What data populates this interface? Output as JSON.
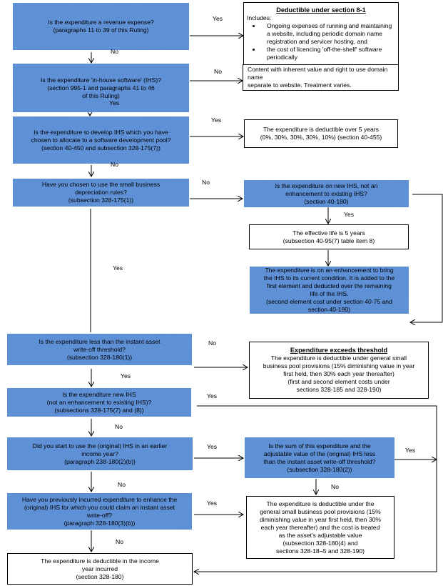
{
  "colors": {
    "decision_fill": "#5b8ed5",
    "outcome_fill": "#ffffff",
    "line": "#000000"
  },
  "nodes": {
    "q_revenue": [
      "Is the expenditure a revenue expense?",
      "(paragraphs 11 to 39 of this Ruling)"
    ],
    "o_section_8_1": {
      "title": "Deductible under section 8-1",
      "intro": "Includes:",
      "bullets": [
        "Ongoing expenses of running and maintaining a website, including periodic domain name registration and servicer hosting, and",
        "the cost of licencing 'off-the-shelf' software periodically"
      ]
    },
    "q_ihs": [
      "Is the expenditure 'in-house software' (IHS)?",
      "(section 995-1 and paragraphs 41 to 46",
      "of this Ruling)"
    ],
    "o_content": [
      "Content with inherent value and right to use domain name",
      "separate to website.  Treatment varies."
    ],
    "q_pool": [
      "Is the expenditure to develop IHS which you have",
      "chosen to allocate to a software development pool?",
      "(section 40-450 and subsection 328-175(7))"
    ],
    "o_5years": [
      "The expenditure is deductible over 5 years",
      "(0%, 30%, 30%, 30%, 10%) (section 40-455)"
    ],
    "q_small_business": [
      "Have you chosen to use the small business",
      "depreciation rules?",
      "(subsection 328-175(1))"
    ],
    "q_new_ihs_40": [
      "Is the expenditure on new IHS, not an",
      "enhancement to existing IHS?",
      "(section 40-180)"
    ],
    "o_effective_life": [
      "The effective life is 5 years",
      "(subsection 40-95(7) table item 8)"
    ],
    "o_enhancement": [
      "The expenditure is on an enhancement to bring",
      "the IHS to its current condition. It is added to the",
      "first element and deducted over the remaining",
      "life of the IHS.",
      "(second element cost under section 40-75 and",
      "section 40-190)"
    ],
    "q_threshold": [
      "Is the expenditure less than the instant asset",
      "write-off threshold?",
      "(subsection 328-180(1))"
    ],
    "o_exceeds": {
      "title": "Expenditure exceeds threshold",
      "lines": [
        "The expenditure is deductible under general small",
        "business pool provisions (15% diminishing value in year",
        "first held, then 30% each year thereafter)",
        "(first and second element costs under",
        "sections 328-185 and 328-190)"
      ]
    },
    "q_new_ihs_328": [
      "Is the expenditure new IHS",
      "(not an enhancement to existing IHS)?",
      "(subsections 328-175(7) and (8))"
    ],
    "q_earlier_year": [
      "Did you start to use the (original) IHS in an earlier",
      "income year?",
      "(paragraph 238-180(2)(b))"
    ],
    "q_sum": [
      "Is the sum of this expenditure and the",
      "adjustable value of the (original) IHS less",
      "than the instant asset write-off threshold?",
      "(subsection 328-180(2))"
    ],
    "q_previously": [
      "Have you previously incurred expenditure to enhance the",
      "(original) IHS for which you could claim an instant asset",
      "write-off?",
      "(paragraph 328-180(3)(b))"
    ],
    "o_pool_adjustable": [
      "The expenditure is deductible under the",
      "general small business pool provisions (15%",
      "diminishing value in year first held, then 30%",
      "each year thereafter) and the cost is treated",
      "as the asset's adjustable value",
      "(subsection 328-180(4) and",
      "sections 328-18¬5 and 328-190)"
    ],
    "o_income_year": [
      "The expenditure is deductible in the income",
      "year incurred",
      "(section 328-180)"
    ]
  },
  "edge_labels": {
    "yes": "Yes",
    "no": "No"
  }
}
